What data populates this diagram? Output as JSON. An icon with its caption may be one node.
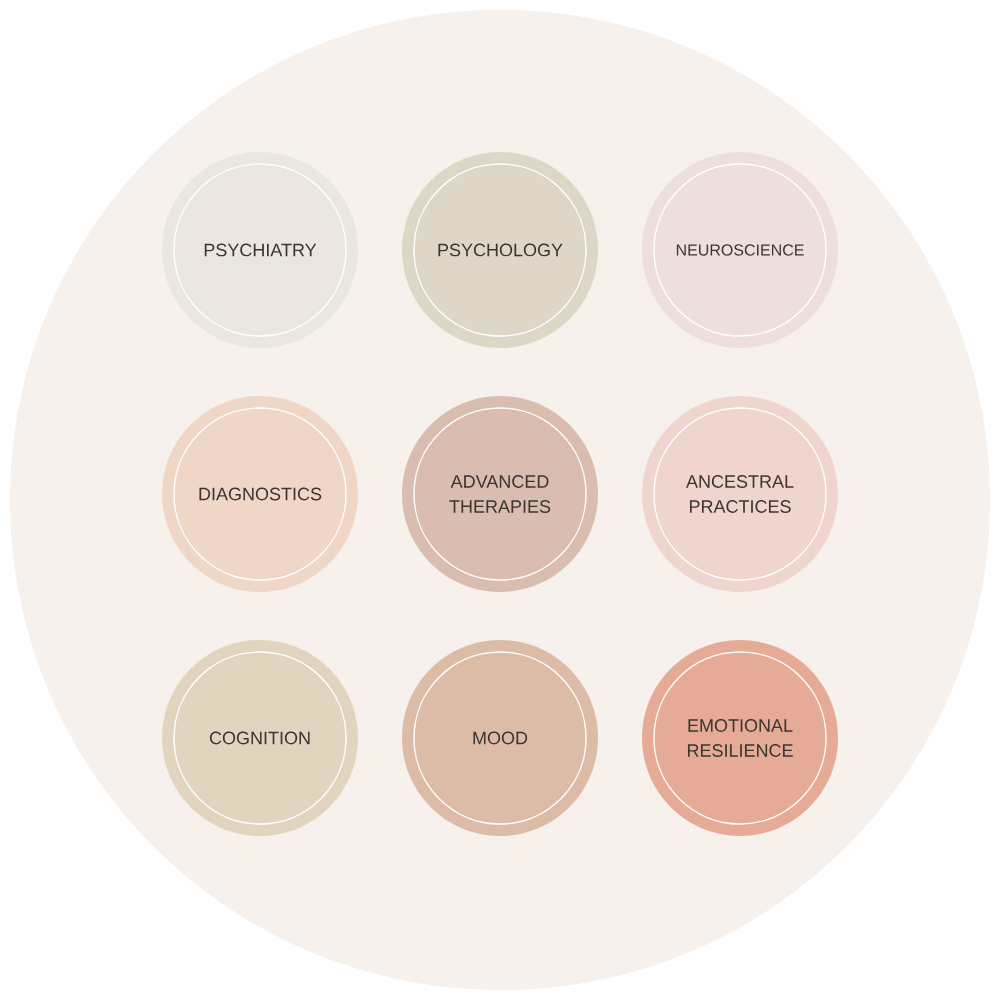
{
  "diagram": {
    "nodes": [
      {
        "text": [],
        "shape": "circle"
      },
      {
        "text": [
          "PSYCHIATRY"
        ],
        "in": 0
      },
      {
        "text": [
          "PSYCHOLOGY"
        ],
        "in": 0
      },
      {
        "text": [
          "NEUROSCIENCE"
        ],
        "in": 0
      },
      {
        "text": [
          "DIAGNOSTICS"
        ],
        "in": 0
      },
      {
        "text": [
          "ADVANCED THERAPIES"
        ],
        "in": 0
      },
      {
        "text": [
          "ANCESTRAL PRACTICES"
        ],
        "in": 0
      },
      {
        "text": [
          "COGNITION"
        ],
        "in": 0
      },
      {
        "text": [
          "MOOD"
        ],
        "in": 0
      },
      {
        "text": [
          "EMOTIONAL RESILIENCE"
        ],
        "in": 0
      }
    ]
  }
}
